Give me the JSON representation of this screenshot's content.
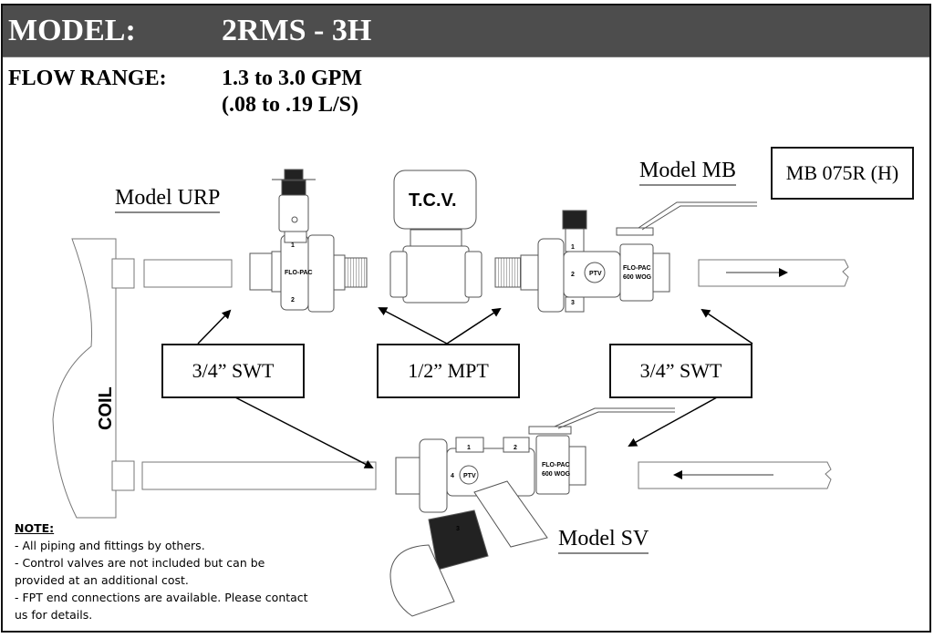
{
  "header": {
    "model_label": "MODEL:",
    "model_value": "2RMS - 3H",
    "background_color": "#4d4d4d"
  },
  "flow_range": {
    "label": "FLOW RANGE:",
    "value_gpm": "1.3 to 3.0 GPM",
    "value_ls": "(.08 to .19 L/S)"
  },
  "components": {
    "coil": {
      "label": "COIL"
    },
    "urp": {
      "label": "Model URP",
      "body_text": "FLO-PAC",
      "port_1": "1",
      "port_2": "2"
    },
    "tcv": {
      "label": "T.C.V."
    },
    "mb": {
      "label": "Model MB",
      "part_number": "MB 075R (H)",
      "body_text_1": "FLO-PAC",
      "body_text_2": "600 WOG",
      "badge": "PTV",
      "port_1": "1",
      "port_2": "2",
      "port_3": "3"
    },
    "sv": {
      "label": "Model SV",
      "body_text_1": "FLO-PAC",
      "body_text_2": "600 WOG",
      "badge": "PTV",
      "port_1": "1",
      "port_2": "2",
      "port_3": "3",
      "port_4": "4"
    }
  },
  "callouts": [
    {
      "id": "left-swt",
      "text": "3/4” SWT"
    },
    {
      "id": "center-mpt",
      "text": "1/2” MPT"
    },
    {
      "id": "right-swt",
      "text": "3/4” SWT"
    }
  ],
  "flow_direction": {
    "supply": "right",
    "return": "left"
  },
  "note": {
    "title": "NOTE:",
    "lines": [
      "- All piping and fittings by others.",
      "- Control valves are not included but can be",
      "provided at an additional cost.",
      "- FPT end connections are available.  Please contact",
      "us for details."
    ]
  }
}
